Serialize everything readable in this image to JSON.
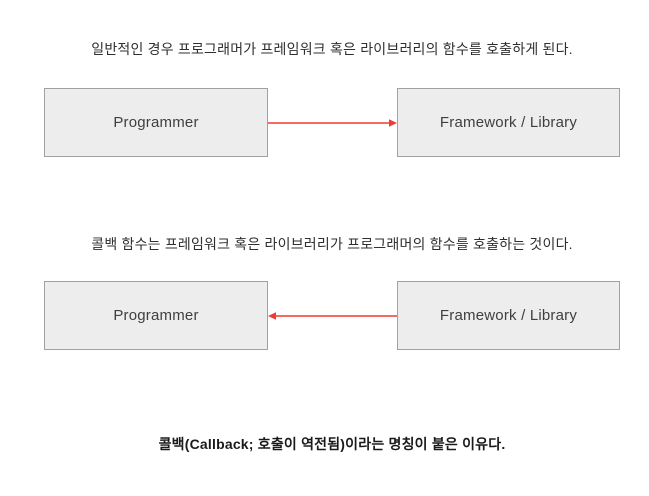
{
  "colors": {
    "background": "#ffffff",
    "box_fill": "#ededed",
    "box_border": "#a1a1a1",
    "box_text": "#3f3f3f",
    "caption_text": "#2f2f2f",
    "footer_text": "#1a1a1a",
    "arrow": "#ee3c33"
  },
  "sections": [
    {
      "caption": "일반적인 경우 프로그래머가 프레임워크 혹은 라이브러리의 함수를 호출하게 된다.",
      "left_box_label": "Programmer",
      "right_box_label": "Framework / Library",
      "arrow_direction": "right"
    },
    {
      "caption": "콜백 함수는 프레임워크 혹은 라이브러리가 프로그래머의 함수를 호출하는 것이다.",
      "left_box_label": "Programmer",
      "right_box_label": "Framework / Library",
      "arrow_direction": "left"
    }
  ],
  "footer": {
    "caption": "콜백(Callback; 호출이 역전됨)이라는 명칭이 붙은 이유다."
  }
}
